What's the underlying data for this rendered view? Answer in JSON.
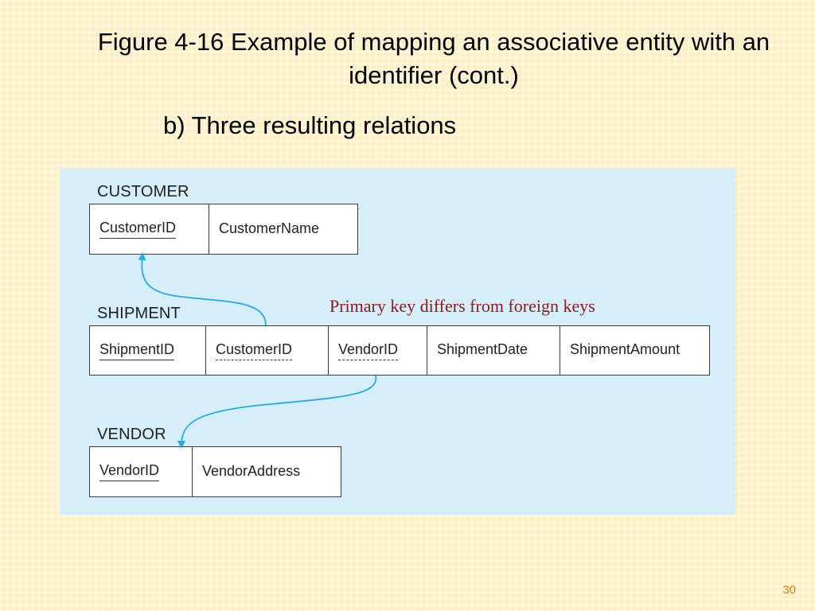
{
  "slide": {
    "title": "Figure 4-16 Example of mapping an associative entity with an identifier (cont.)",
    "subtitle": "b) Three resulting relations",
    "page_number": "30",
    "note": "Primary key differs from foreign keys"
  },
  "relations": {
    "customer": {
      "name": "CUSTOMER",
      "attributes": [
        "CustomerID",
        "CustomerName"
      ]
    },
    "shipment": {
      "name": "SHIPMENT",
      "attributes": [
        "ShipmentID",
        "CustomerID",
        "VendorID",
        "ShipmentDate",
        "ShipmentAmount"
      ]
    },
    "vendor": {
      "name": "VENDOR",
      "attributes": [
        "VendorID",
        "VendorAddress"
      ]
    }
  },
  "colors": {
    "background": "#fdf0c4",
    "panel": "#d5eefa",
    "arrow": "#29a9e0",
    "note": "#8b1a1a",
    "page_number": "#c58a1c"
  }
}
